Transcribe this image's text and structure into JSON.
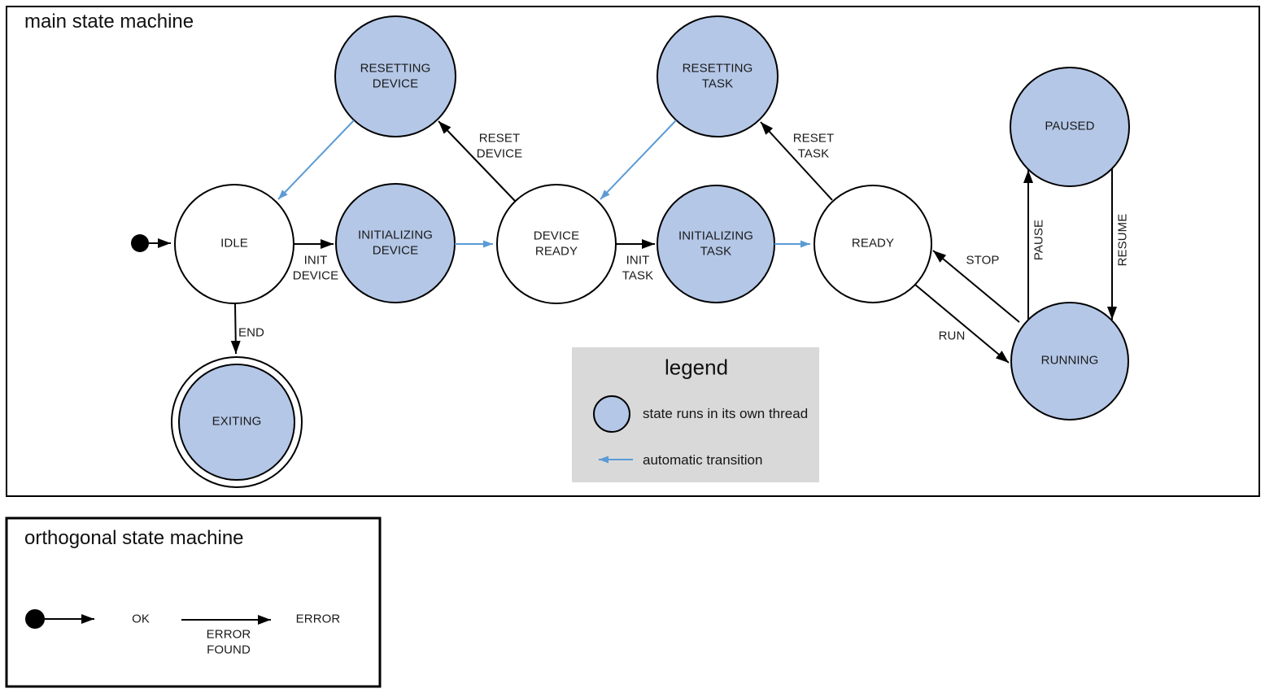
{
  "colors": {
    "thread_fill": "#b4c7e7",
    "auto_arrow": "#5b9bd5",
    "legend_bg": "#d9d9d9",
    "stroke": "#000000"
  },
  "main": {
    "title": "main state machine",
    "states": {
      "idle": "IDLE",
      "resetting_device": "RESETTING\nDEVICE",
      "initializing_device": "INITIALIZING\nDEVICE",
      "device_ready": "DEVICE\nREADY",
      "resetting_task": "RESETTING\nTASK",
      "initializing_task": "INITIALIZING\nTASK",
      "ready": "READY",
      "paused": "PAUSED",
      "running": "RUNNING",
      "exiting": "EXITING"
    },
    "transitions": {
      "init_device": "INIT\nDEVICE",
      "reset_device": "RESET\nDEVICE",
      "init_task": "INIT\nTASK",
      "reset_task": "RESET\nTASK",
      "end": "END",
      "stop": "STOP",
      "run": "RUN",
      "pause": "PAUSE",
      "resume": "RESUME"
    }
  },
  "legend": {
    "title": "legend",
    "thread_item": "state runs in its own thread",
    "auto_item": "automatic transition"
  },
  "orthogonal": {
    "title": "orthogonal state machine",
    "states": {
      "ok": "OK",
      "error": "ERROR"
    },
    "transitions": {
      "error_found": "ERROR\nFOUND"
    }
  }
}
